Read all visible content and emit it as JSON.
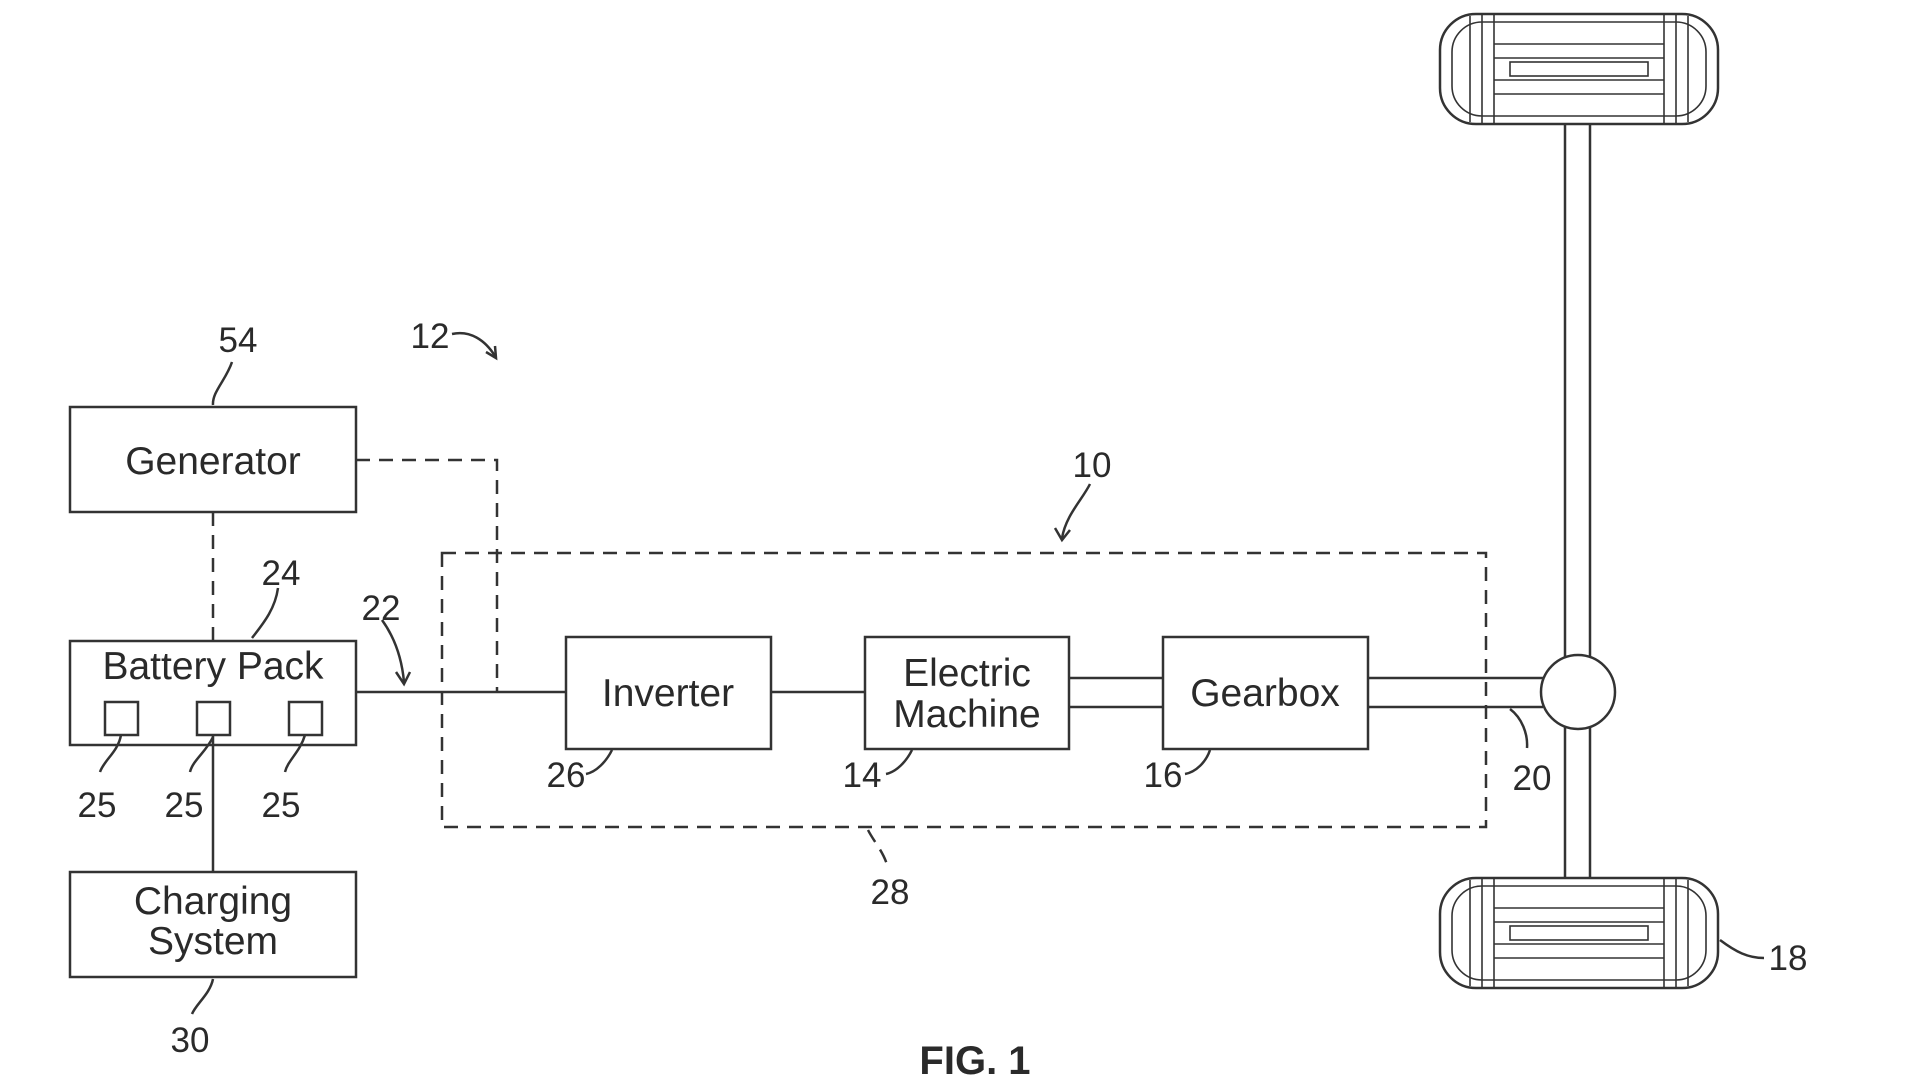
{
  "diagram": {
    "figure_label": "FIG. 1",
    "blocks": {
      "generator": "Generator",
      "battery_pack": "Battery Pack",
      "charging_system_line1": "Charging",
      "charging_system_line2": "System",
      "inverter": "Inverter",
      "electric_machine_line1": "Electric",
      "electric_machine_line2": "Machine",
      "gearbox": "Gearbox"
    },
    "refs": {
      "generator": "54",
      "vehicle": "12",
      "drive_unit": "10",
      "battery_pack": "24",
      "dc_bus": "22",
      "cell_left": "25",
      "cell_mid": "25",
      "cell_right": "25",
      "charging_system": "30",
      "inverter": "26",
      "electric_machine": "14",
      "gearbox": "16",
      "housing": "28",
      "axle": "20",
      "wheel": "18"
    }
  }
}
